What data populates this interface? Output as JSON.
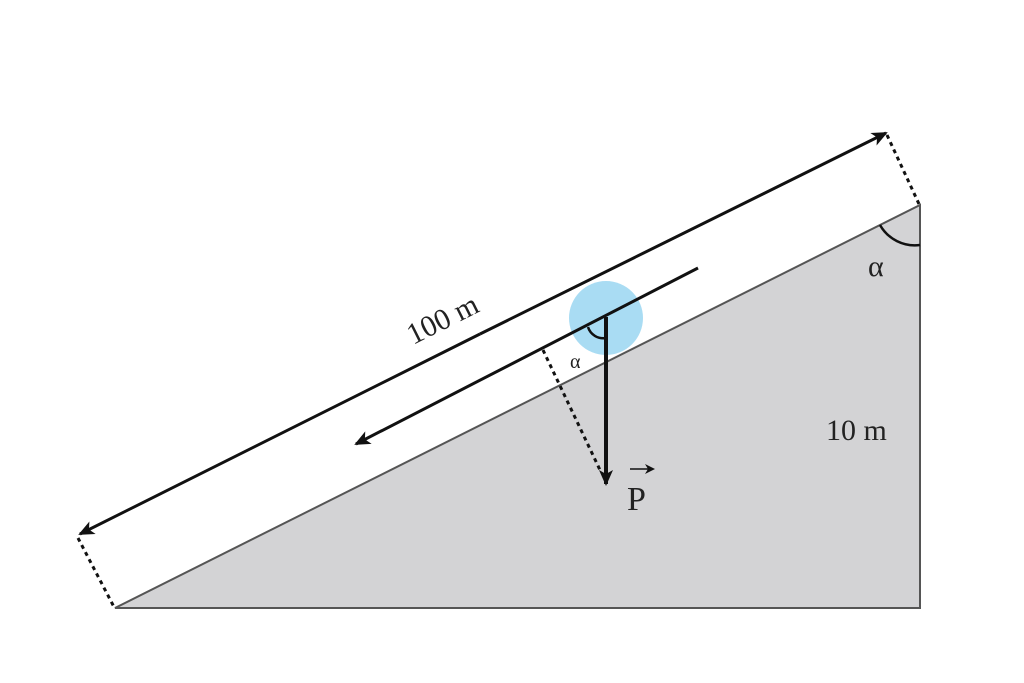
{
  "diagram": {
    "length_label": "100 m",
    "height_label": "10 m",
    "angle_label_top": "α",
    "angle_label_ball": "α",
    "force_label": "P",
    "colors": {
      "incline": "#d3d3d5",
      "ball": "#a9dcf3",
      "line": "#111111"
    }
  }
}
